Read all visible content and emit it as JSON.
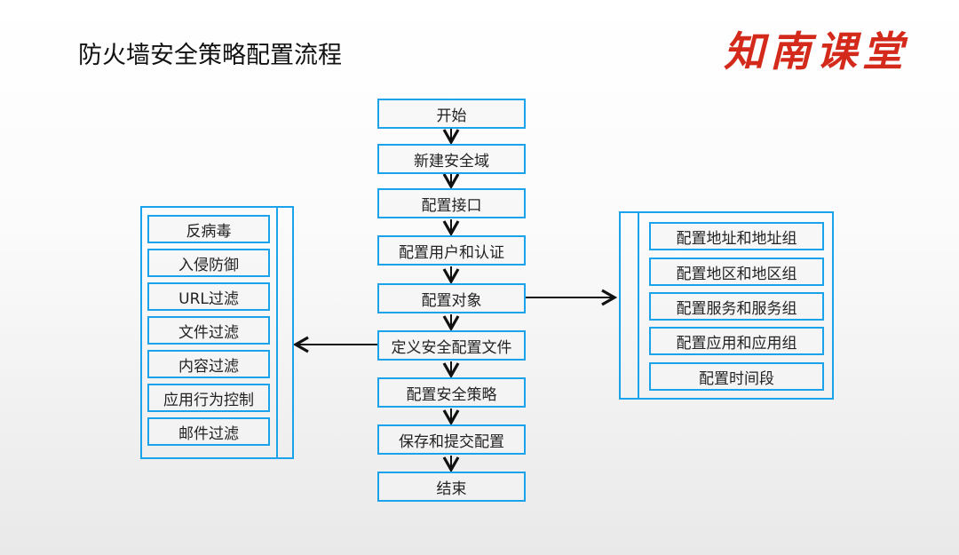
{
  "title": "防火墙安全策略配置流程",
  "logo": "知南课堂",
  "main_flow": [
    "开始",
    "新建安全域",
    "配置接口",
    "配置用户和认证",
    "配置对象",
    "定义安全配置文件",
    "配置安全策略",
    "保存和提交配置",
    "结束"
  ],
  "security_profiles": [
    "反病毒",
    "入侵防御",
    "URL过滤",
    "文件过滤",
    "内容过滤",
    "应用行为控制",
    "邮件过滤"
  ],
  "objects": [
    "配置地址和地址组",
    "配置地区和地区组",
    "配置服务和服务组",
    "配置应用和应用组",
    "配置时间段"
  ],
  "colors": {
    "border": "#1aa3ea",
    "logo": "#d42a1c"
  }
}
